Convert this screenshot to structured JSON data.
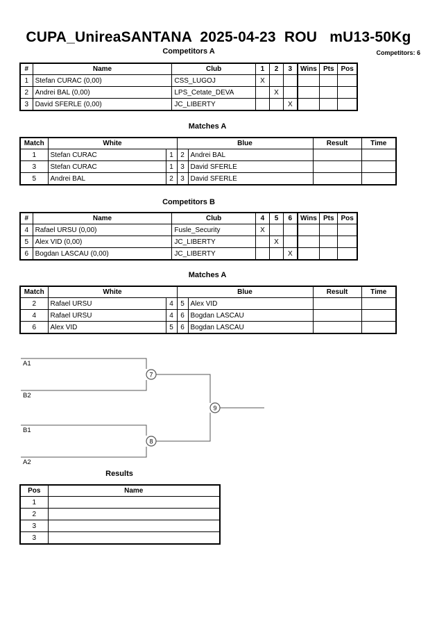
{
  "header": {
    "title": "CUPA_UnireaSANTANA  2025-04-23  ROU   mU13-50Kg",
    "competitors_total": "Competitors: 6"
  },
  "pools": [
    {
      "caption": "Competitors A",
      "columns": [
        "#",
        "Name",
        "Club",
        "1",
        "2",
        "3",
        "Wins",
        "Pts",
        "Pos"
      ],
      "rows": [
        {
          "num": "1",
          "name": "Stefan CURAC  (0,00)",
          "club": "CSS_LUGOJ",
          "m1": "X",
          "m2": "",
          "m3": "",
          "wins": "",
          "pts": "",
          "pos": ""
        },
        {
          "num": "2",
          "name": "Andrei BAL  (0,00)",
          "club": "LPS_Cetate_DEVA",
          "m1": "",
          "m2": "X",
          "m3": "",
          "wins": "",
          "pts": "",
          "pos": ""
        },
        {
          "num": "3",
          "name": "David SFERLE  (0,00)",
          "club": "JC_LIBERTY",
          "m1": "",
          "m2": "",
          "m3": "X",
          "wins": "",
          "pts": "",
          "pos": ""
        }
      ]
    },
    {
      "caption": "Competitors B",
      "columns": [
        "#",
        "Name",
        "Club",
        "4",
        "5",
        "6",
        "Wins",
        "Pts",
        "Pos"
      ],
      "rows": [
        {
          "num": "4",
          "name": "Rafael URSU  (0,00)",
          "club": "Fusle_Security",
          "m1": "X",
          "m2": "",
          "m3": "",
          "wins": "",
          "pts": "",
          "pos": ""
        },
        {
          "num": "5",
          "name": "Alex VID  (0,00)",
          "club": "JC_LIBERTY",
          "m1": "",
          "m2": "X",
          "m3": "",
          "wins": "",
          "pts": "",
          "pos": ""
        },
        {
          "num": "6",
          "name": "Bogdan LASCAU  (0,00)",
          "club": "JC_LIBERTY",
          "m1": "",
          "m2": "",
          "m3": "X",
          "wins": "",
          "pts": "",
          "pos": ""
        }
      ]
    }
  ],
  "matches": [
    {
      "caption": "Matches A",
      "columns": [
        "Match",
        "White",
        "Blue",
        "Result",
        "Time"
      ],
      "rows": [
        {
          "match": "1",
          "white": "Stefan CURAC",
          "white_num": "1",
          "blue_num": "2",
          "blue": "Andrei BAL",
          "result": "",
          "time": ""
        },
        {
          "match": "3",
          "white": "Stefan CURAC",
          "white_num": "1",
          "blue_num": "3",
          "blue": "David SFERLE",
          "result": "",
          "time": ""
        },
        {
          "match": "5",
          "white": "Andrei BAL",
          "white_num": "2",
          "blue_num": "3",
          "blue": "David SFERLE",
          "result": "",
          "time": ""
        }
      ]
    },
    {
      "caption": "Matches A",
      "columns": [
        "Match",
        "White",
        "Blue",
        "Result",
        "Time"
      ],
      "rows": [
        {
          "match": "2",
          "white": "Rafael URSU",
          "white_num": "4",
          "blue_num": "5",
          "blue": "Alex VID",
          "result": "",
          "time": ""
        },
        {
          "match": "4",
          "white": "Rafael URSU",
          "white_num": "4",
          "blue_num": "6",
          "blue": "Bogdan LASCAU",
          "result": "",
          "time": ""
        },
        {
          "match": "6",
          "white": "Alex VID",
          "white_num": "5",
          "blue_num": "6",
          "blue": "Bogdan LASCAU",
          "result": "",
          "time": ""
        }
      ]
    }
  ],
  "bracket": {
    "seeds": [
      {
        "label": "A1"
      },
      {
        "label": "B2"
      },
      {
        "label": "B1"
      },
      {
        "label": "A2"
      }
    ],
    "nodes": [
      {
        "label": "7"
      },
      {
        "label": "8"
      },
      {
        "label": "9"
      }
    ]
  },
  "results": {
    "caption": "Results",
    "columns": [
      "Pos",
      "Name"
    ],
    "rows": [
      {
        "pos": "1",
        "name": ""
      },
      {
        "pos": "2",
        "name": ""
      },
      {
        "pos": "3",
        "name": ""
      },
      {
        "pos": "3",
        "name": ""
      }
    ]
  }
}
